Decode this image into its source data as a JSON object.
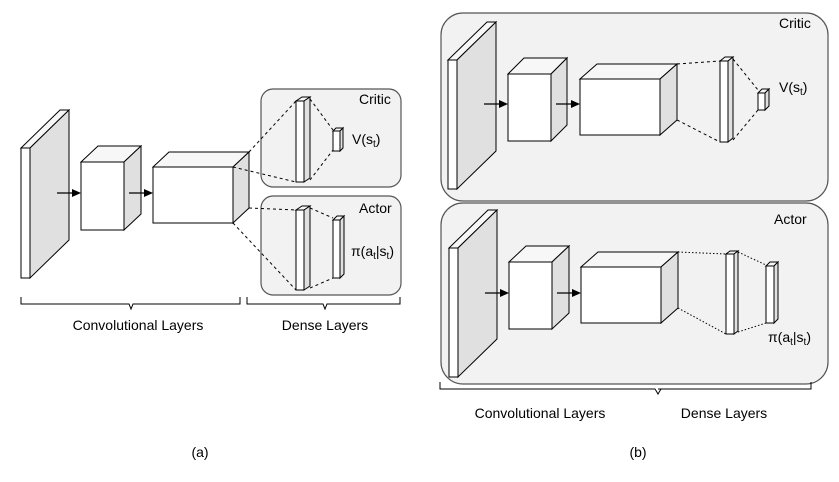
{
  "panel_a": {
    "caption": "(a)",
    "critic_label": "Critic",
    "actor_label": "Actor",
    "value_label": {
      "main": "V(s",
      "sub": "t",
      "close": ")"
    },
    "policy_label": {
      "main": "π(a",
      "sub1": "t",
      "mid": "|s",
      "sub2": "t",
      "close": ")"
    },
    "conv_label": "Convolutional Layers",
    "dense_label": "Dense Layers"
  },
  "panel_b": {
    "caption": "(b)",
    "critic_label": "Critic",
    "actor_label": "Actor",
    "value_label": {
      "main": "V(s",
      "sub": "t",
      "close": ")"
    },
    "policy_label": {
      "main": "π(a",
      "sub1": "t",
      "mid": "|s",
      "sub2": "t",
      "close": ")"
    },
    "conv_label": "Convolutional Layers",
    "dense_label": "Dense Layers"
  },
  "colors": {
    "panel_fill": "#f2f2f2",
    "panel_stroke": "#555555",
    "face_front": "#ffffff",
    "face_side": "#e0e0e0",
    "face_top": "#f7f7f7"
  }
}
